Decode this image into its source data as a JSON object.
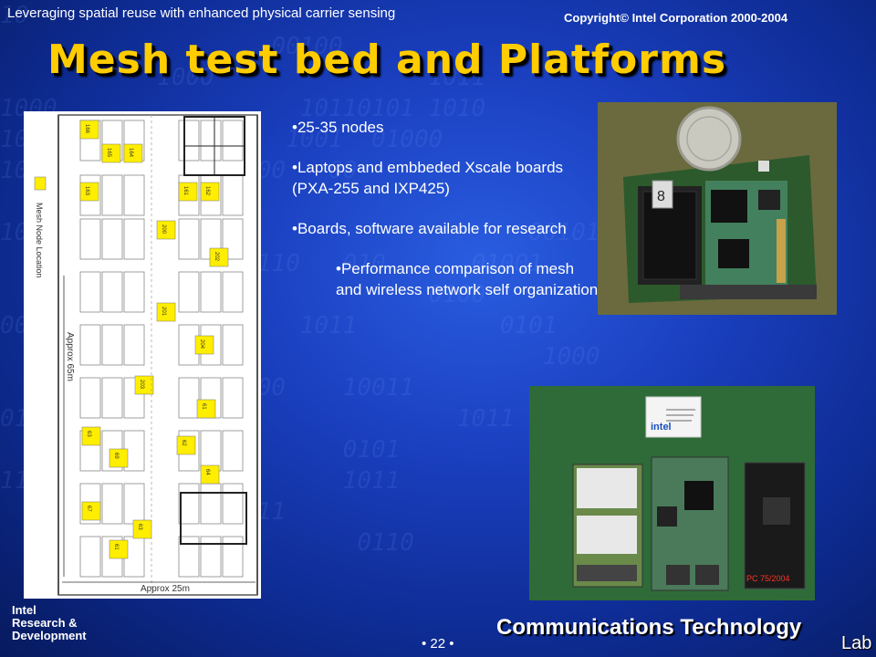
{
  "header": {
    "left_text": "Leveraging spatial reuse with enhanced physical carrier sensing",
    "right_text": "Copyright© Intel Corporation 2000-2004"
  },
  "title": "Mesh test bed and Platforms",
  "floorplan": {
    "legend_label": "Mesh Node Location",
    "length_label": "Approx 65m",
    "width_label": "Approx 25m",
    "node_labels": [
      "166",
      "165",
      "164",
      "163",
      "161",
      "162",
      "200",
      "202",
      "201",
      "204",
      "203",
      "61",
      "63",
      "62",
      "69",
      "64",
      "67",
      "63",
      "61"
    ],
    "colors": {
      "node": "#ffee00",
      "wall": "#555555"
    }
  },
  "bullets": [
    "•25-35 nodes",
    "•Laptops and embbeded Xscale boards (PXA-255 and IXP425)",
    "•Boards, software available for research"
  ],
  "sub_bullet": "•Performance comparison of mesh and wireless network self organization",
  "photo1": {
    "board_label": "8"
  },
  "photo2": {
    "card_logo": "intel",
    "tag_text": "PC 75/2004"
  },
  "footer": {
    "logo_line1": "Intel",
    "logo_line2": "Research &",
    "logo_line3": "Development",
    "page": "• 22 •",
    "group": "Communications Technology",
    "lab": "Lab"
  }
}
